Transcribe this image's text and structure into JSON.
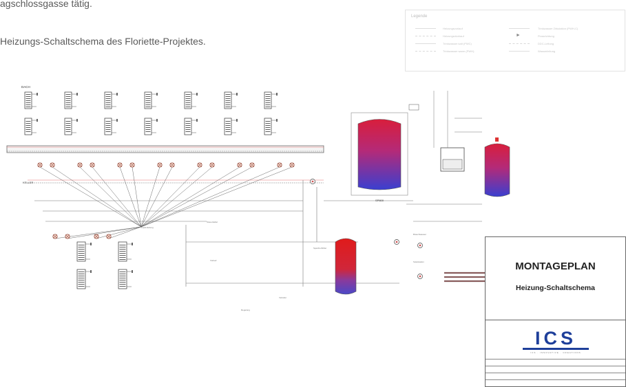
{
  "intro": {
    "line1": "agschlossgasse tätig.",
    "line2": "Heizungs-Schaltschema des Floriette-Projektes."
  },
  "legend": {
    "title": "Legende",
    "items": [
      "Heizungsvorlauf",
      "Heizungsrücklauf",
      "Trinkwasser kalt (PWC)",
      "Trinkwasser warm (PWH)",
      "Trinkwasser Zirkulation (PWH-C)",
      "Flussrichtung",
      "DDC-Leitung",
      "Wasserleitung"
    ]
  },
  "diagram": {
    "roof_label": "DACH",
    "cellar_label": "KELLER",
    "tank_main_label": "SP800"
  },
  "title_block": {
    "title": "MONTAGEPLAN",
    "subtitle": "Heizung-Schaltschema",
    "logo": "ICS",
    "logo_tagline": "ICS · INNOVATIVE · CREATIONS"
  },
  "colors": {
    "supply": "#e03a3a",
    "return": "#2b46c8",
    "tank_top": "#d81e3c",
    "tank_bottom": "#3a3fd0",
    "logo": "#1e3f9a"
  }
}
